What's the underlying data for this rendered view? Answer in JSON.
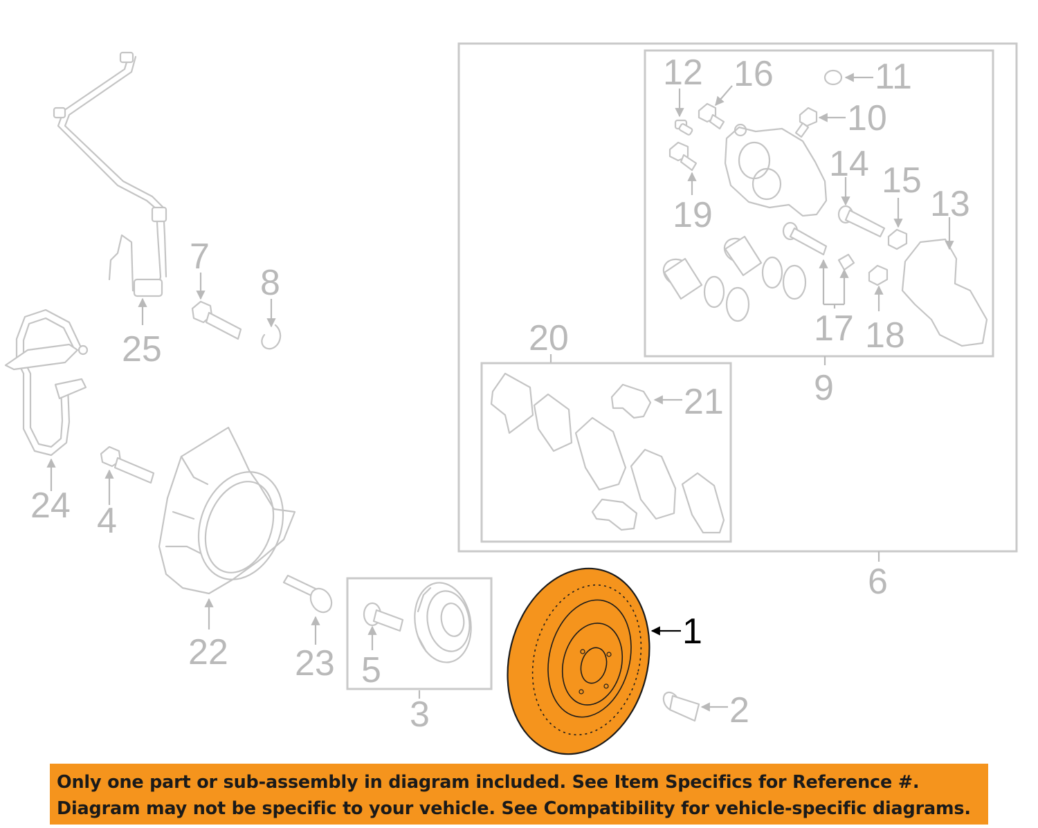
{
  "callouts": {
    "c1": "1",
    "c2": "2",
    "c3": "3",
    "c4": "4",
    "c5": "5",
    "c6": "6",
    "c7": "7",
    "c8": "8",
    "c9": "9",
    "c10": "10",
    "c11": "11",
    "c12": "12",
    "c13": "13",
    "c14": "14",
    "c15": "15",
    "c16": "16",
    "c17": "17",
    "c18": "18",
    "c19": "19",
    "c20": "20",
    "c21": "21",
    "c22": "22",
    "c23": "23",
    "c24": "24",
    "c25": "25"
  },
  "highlight": {
    "part": "1",
    "color": "#f5941d"
  },
  "notice": {
    "line1": "Only one part or sub-assembly in diagram included. See Item Specifics for Reference #.",
    "line2": "Diagram may not be specific to your vehicle. See Compatibility for vehicle-specific diagrams.",
    "background": "#f5941d"
  }
}
